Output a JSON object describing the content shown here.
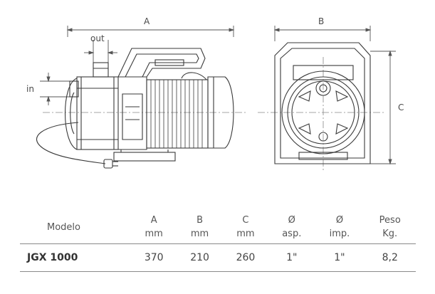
{
  "dimensions": {
    "a_label": "A",
    "b_label": "B",
    "c_label": "C",
    "out_label": "out",
    "in_label": "in"
  },
  "table": {
    "headers": [
      {
        "line1": "Modelo",
        "line2": ""
      },
      {
        "line1": "A",
        "line2": "mm"
      },
      {
        "line1": "B",
        "line2": "mm"
      },
      {
        "line1": "C",
        "line2": "mm"
      },
      {
        "line1": "Ø",
        "line2": "asp."
      },
      {
        "line1": "Ø",
        "line2": "imp."
      },
      {
        "line1": "Peso",
        "line2": "Kg."
      }
    ],
    "rows": [
      [
        "JGX 1000",
        "370",
        "210",
        "260",
        "1\"",
        "1\"",
        "8,2"
      ]
    ]
  },
  "colors": {
    "line": "#3a3a3a",
    "dim_line": "#555555",
    "divider": "#8a8a8a"
  }
}
